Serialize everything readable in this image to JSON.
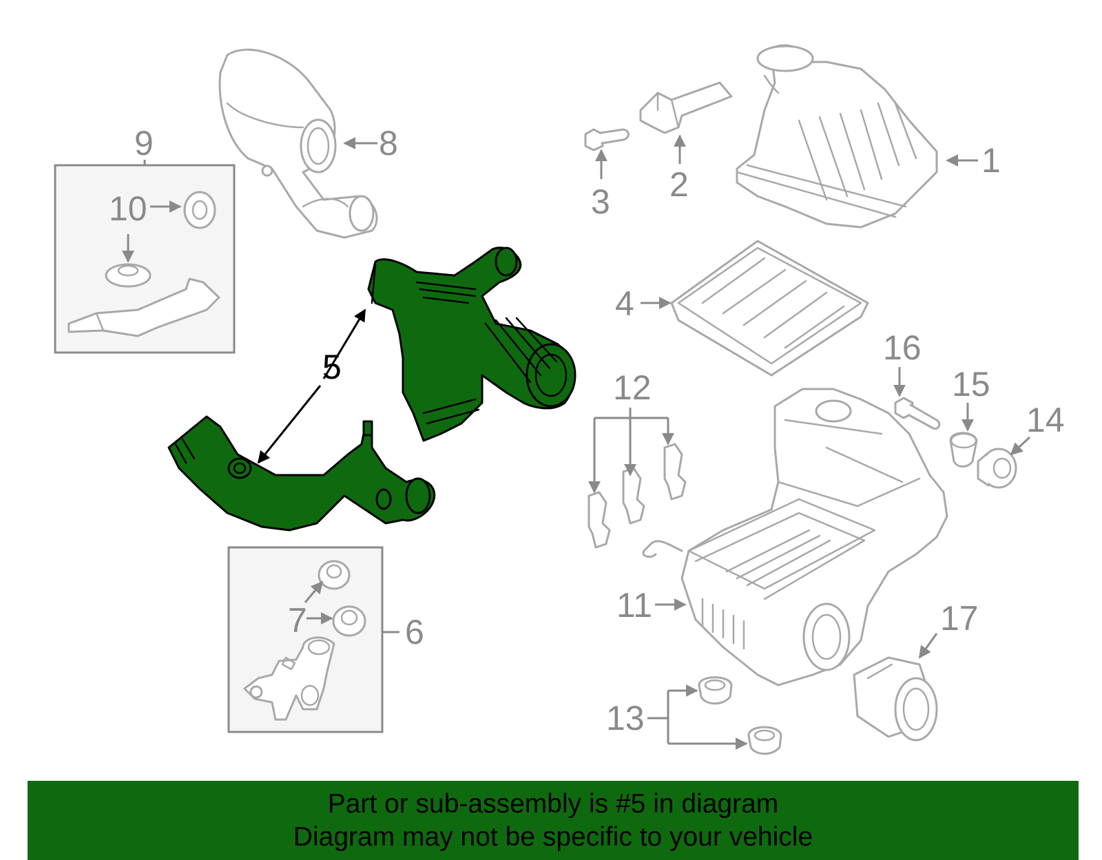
{
  "highlight_color": "#0f6a0f",
  "callouts": {
    "c1": "1",
    "c2": "2",
    "c3": "3",
    "c4": "4",
    "c5": "5",
    "c6": "6",
    "c7": "7",
    "c8": "8",
    "c9": "9",
    "c10": "10",
    "c11": "11",
    "c12": "12",
    "c13": "13",
    "c14": "14",
    "c15": "15",
    "c16": "16",
    "c17": "17"
  },
  "banner": {
    "line1": "Part or sub-assembly is #5 in diagram",
    "line2": "Diagram may not be specific to your vehicle"
  }
}
